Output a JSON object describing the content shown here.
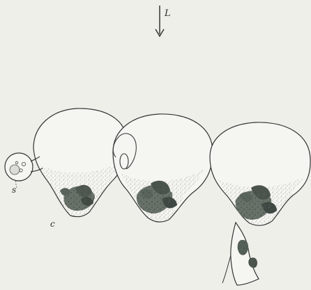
{
  "figure": {
    "labels": {
      "light": "L",
      "s": "s",
      "c": "c"
    },
    "colors": {
      "background": "#efefea",
      "ink": "#2f2f2f",
      "cell_fill": "#f4f4f0",
      "granule": "#5f6a62"
    }
  }
}
